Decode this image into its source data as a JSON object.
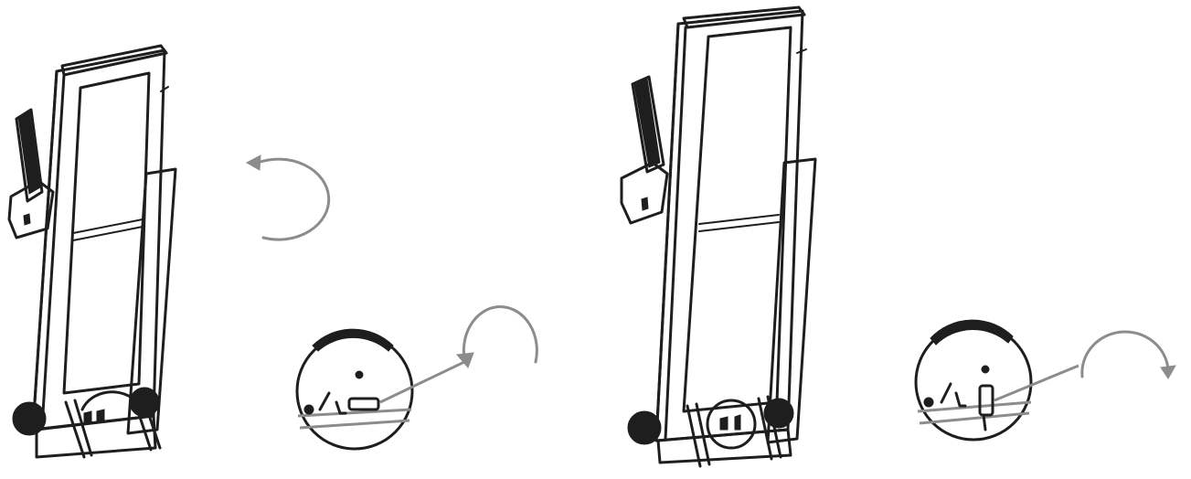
{
  "diagram": {
    "panels": [
      {
        "id": "left",
        "rotation_arrow": "counterclockwise",
        "detail_arrow": "counterclockwise",
        "latch_state": "horizontal"
      },
      {
        "id": "right",
        "rotation_arrow": "none",
        "detail_arrow": "clockwise",
        "latch_state": "vertical"
      }
    ],
    "colors": {
      "ink": "#1e1e1e",
      "arrow": "#8c8c8c",
      "background": "#ffffff"
    },
    "icons": [
      "treadmill-folded",
      "rotate-arrow",
      "latch-detail-magnifier"
    ]
  }
}
